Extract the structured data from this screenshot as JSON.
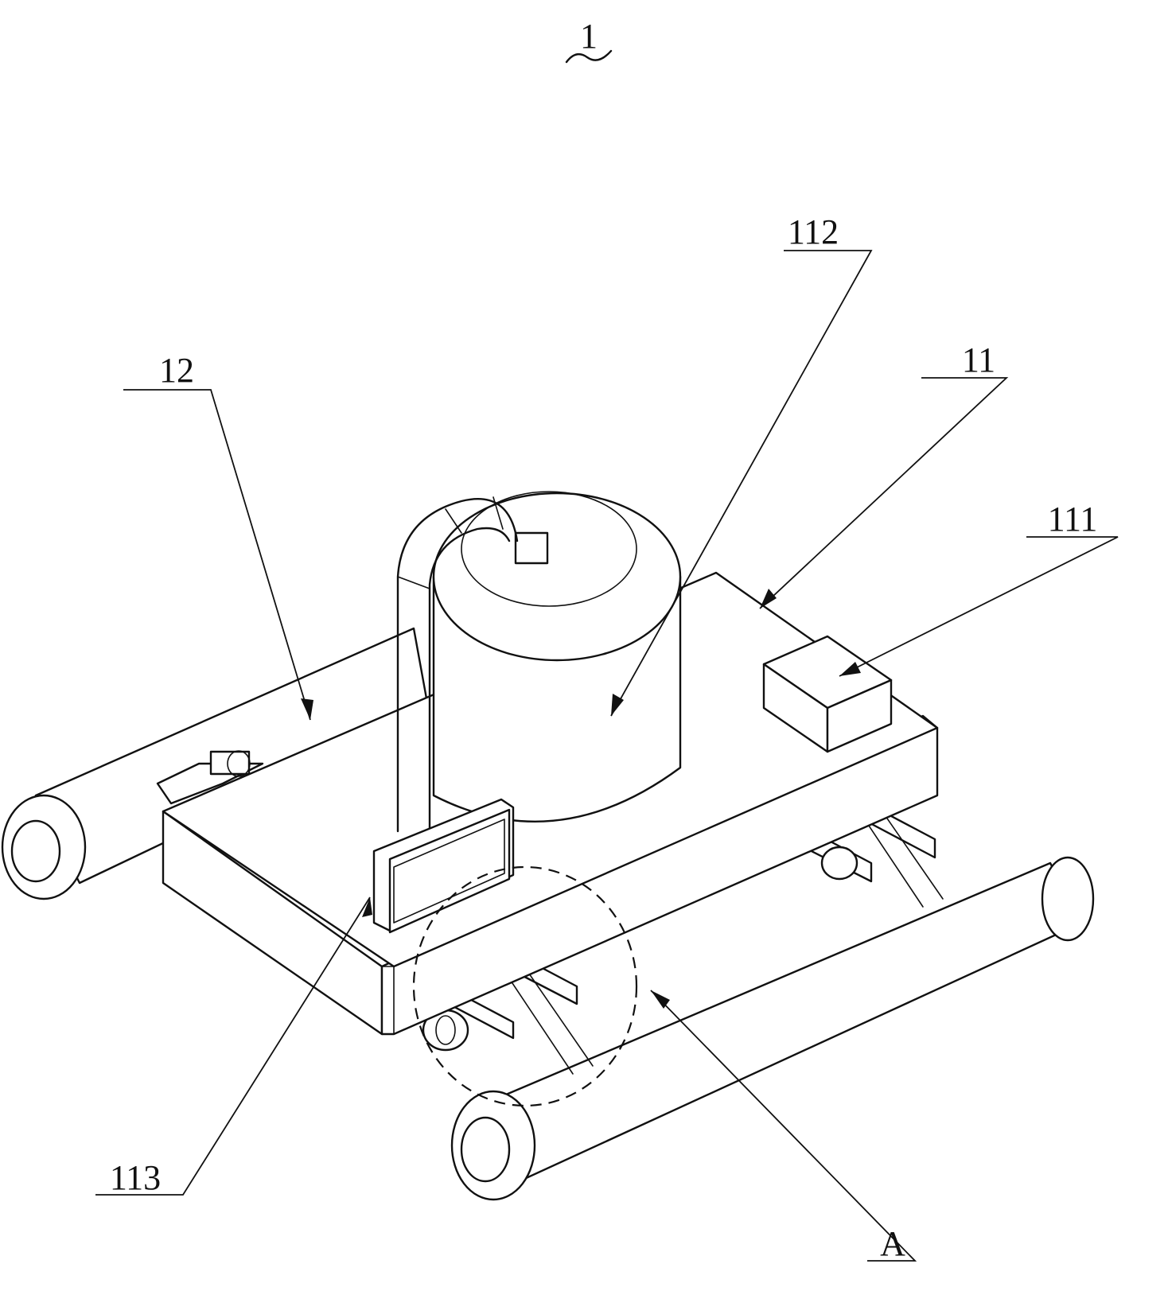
{
  "figure": {
    "number": "1"
  },
  "labels": {
    "a": "A",
    "l11": "11",
    "l12": "12",
    "l111": "111",
    "l112": "112",
    "l113": "113"
  }
}
